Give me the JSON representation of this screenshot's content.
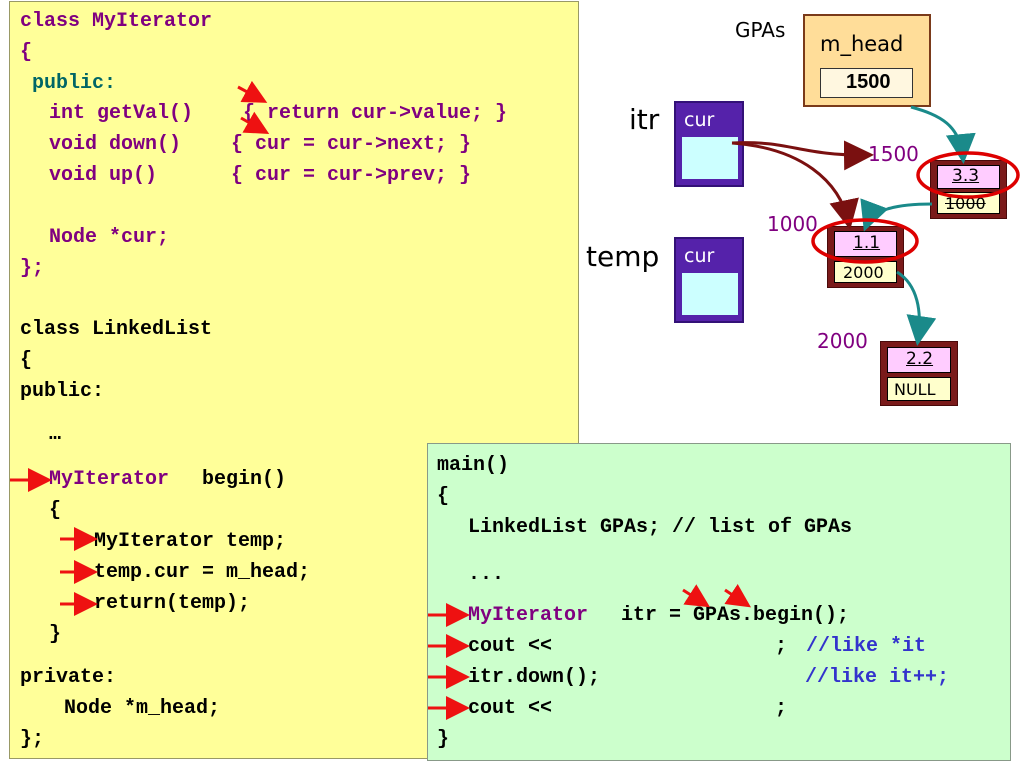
{
  "left_code": {
    "l1": "class MyIterator",
    "l2": "{",
    "l3": "public:",
    "l4a": "int getVal()",
    "l4b": "{ return cur->value; }",
    "l5a": "void down()",
    "l5b": "{ cur = cur->next; }",
    "l6a": "void up()",
    "l6b": "{ cur = cur->prev; }",
    "l7": "Node *cur;",
    "l8": "};",
    "l9": "class LinkedList",
    "l10": "{",
    "l11": "public:",
    "l12": "…",
    "l13a": "MyIterator",
    "l13b": " begin()",
    "l14": "{",
    "l15": "MyIterator temp;",
    "l16": "temp.cur = m_head;",
    "l17": "return(temp);",
    "l18": "}",
    "l19": "private:",
    "l20": "Node *m_head;",
    "l21": "};"
  },
  "main_code": {
    "m1": "main()",
    "m2": "{",
    "m3": "LinkedList GPAs; // list of GPAs",
    "m4": "...",
    "m5a": "MyIterator",
    "m5b": " itr = GPAs.begin();",
    "m6a": "cout <<",
    "m6b": ";",
    "m6c": "//like *it",
    "m7a": "itr.down();",
    "m7b": "//like it++;",
    "m8a": "cout <<",
    "m8b": ";"
  },
  "diagram": {
    "gpas_label": "GPAs",
    "m_head_label": "m_head",
    "m_head_value": "1500",
    "itr_label": "itr",
    "temp_label": "temp",
    "cur_label": "cur",
    "addr_1500": "1500",
    "addr_1000": "1000",
    "addr_2000": "2000",
    "node1_value": "3.3",
    "node1_next": "1000",
    "node2_value": "1.1",
    "node2_next": "2000",
    "node3_value": "2.2",
    "node3_next": "NULL"
  },
  "colors": {
    "left_bg": "#ffff99",
    "main_bg": "#ccffcc",
    "keyword_purple": "#800080",
    "public_teal": "#006666",
    "comment_blue": "#3333cc",
    "arrow_red": "#ee1111",
    "pointer_darkred": "#7a1010",
    "link_teal": "#1a8a8a",
    "var_box_purple": "#5522aa",
    "var_box_fill": "#ccffff",
    "mhead_box_fill": "#ffdd99",
    "node_outer": "#7a1a1a",
    "node_value_fill": "#ffccff",
    "node_next_fill": "#ffffcc",
    "highlight_circle": "#dd0000"
  }
}
